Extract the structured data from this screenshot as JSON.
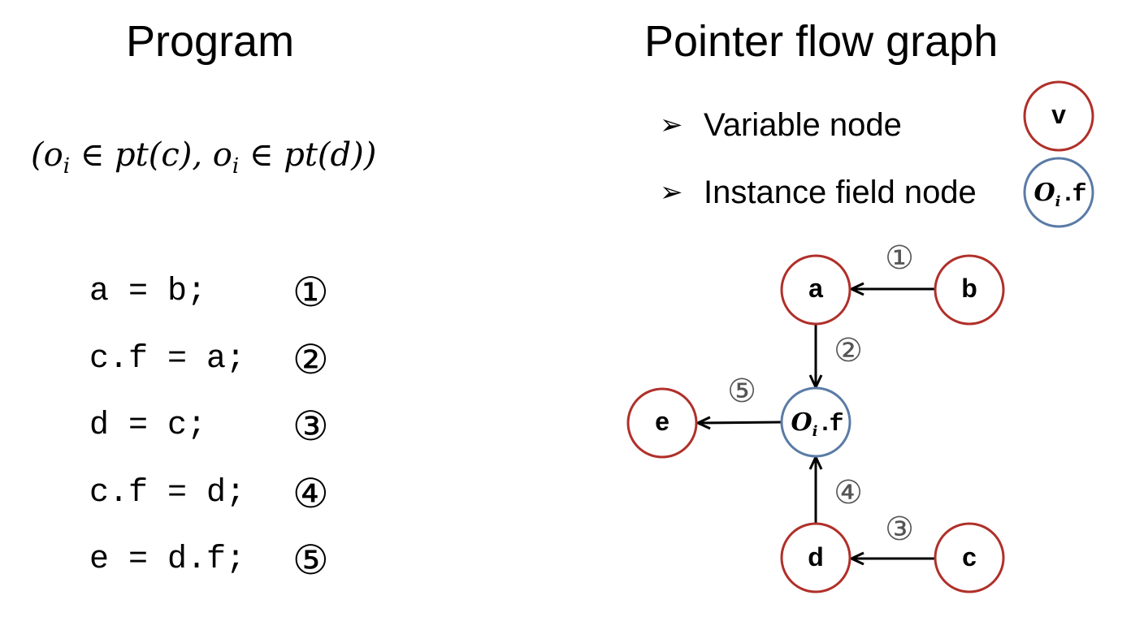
{
  "program": {
    "title": "Program",
    "condition": [
      "(o",
      "i",
      " ∈ pt(c), o",
      "i",
      " ∈ pt(d))"
    ],
    "statements": [
      {
        "code": "a = b;",
        "step": "①"
      },
      {
        "code": "c.f = a;",
        "step": "②"
      },
      {
        "code": "d = c;",
        "step": "③"
      },
      {
        "code": "c.f = d;",
        "step": "④"
      },
      {
        "code": "e = d.f;",
        "step": "⑤"
      }
    ]
  },
  "graph": {
    "title": "Pointer flow graph",
    "legend": [
      {
        "bullet": "➢",
        "label": "Variable node",
        "sample": "v"
      },
      {
        "bullet": "➢",
        "label": "Instance field node",
        "sample": [
          "O",
          "i",
          ".f"
        ]
      }
    ],
    "nodes": {
      "a": "a",
      "b": "b",
      "c": "c",
      "d": "d",
      "e": "e",
      "field": [
        "O",
        "i",
        ".f"
      ]
    },
    "edge_labels": {
      "b_to_a": "①",
      "a_to_field": "②",
      "c_to_d": "③",
      "d_to_field": "④",
      "field_to_e": "⑤"
    }
  },
  "colors": {
    "variable_node": "#B0302A",
    "field_node": "#5A7BA6",
    "edge_label": "#555555"
  }
}
